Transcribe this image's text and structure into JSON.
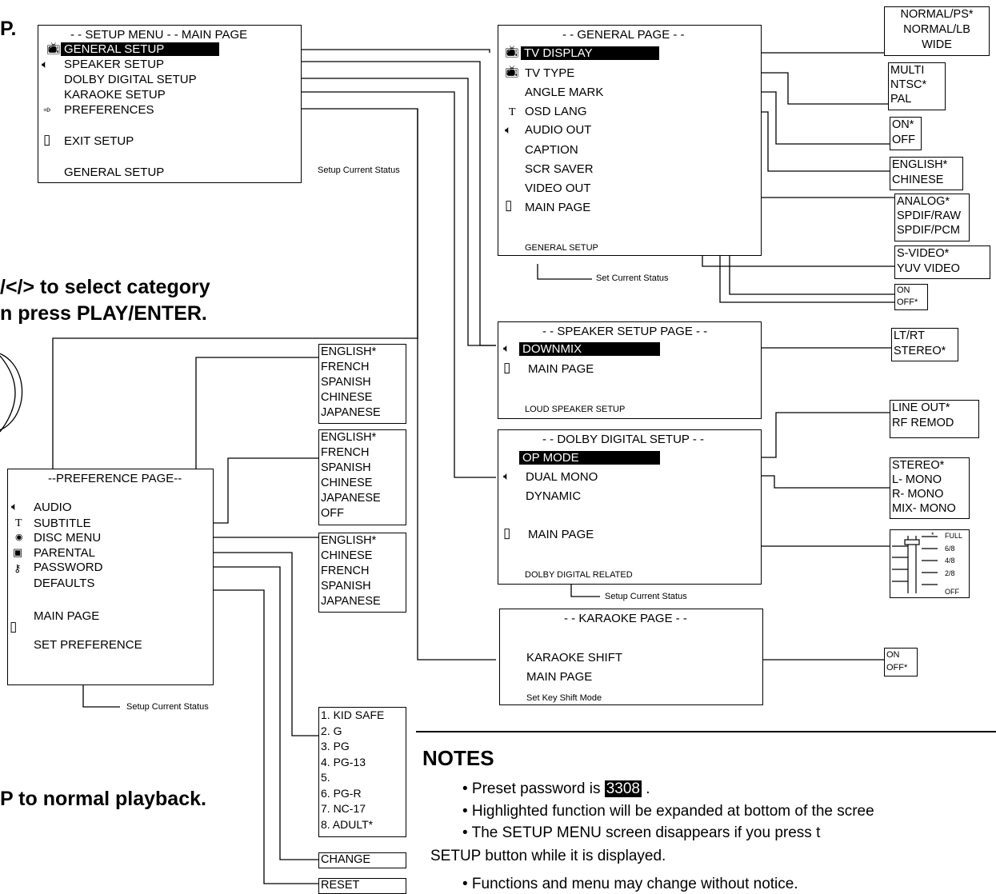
{
  "intro": {
    "step_suffix": "P.",
    "instruction_line1": "/</> to select category",
    "instruction_line2": "n press PLAY/ENTER.",
    "instruction_line3": "P to normal playback."
  },
  "setup_menu": {
    "header": "- - SETUP MENU - -  MAIN PAGE",
    "items": [
      "GENERAL SETUP",
      "SPEAKER SETUP",
      "DOLBY DIGITAL SETUP",
      "KARAOKE SETUP",
      "PREFERENCES"
    ],
    "exit": "EXIT SETUP",
    "status": "GENERAL SETUP",
    "status_caption": "Setup Current Status"
  },
  "general_page": {
    "header": "- - GENERAL PAGE - -",
    "items": [
      "TV DISPLAY",
      "TV TYPE",
      "ANGLE MARK",
      "OSD LANG",
      "AUDIO OUT",
      "CAPTION",
      "SCR SAVER",
      "VIDEO OUT"
    ],
    "main_page": "MAIN PAGE",
    "status": "GENERAL SETUP",
    "status_caption": "Set Current Status",
    "options": {
      "tv_display": [
        "NORMAL/PS*",
        "NORMAL/LB",
        "WIDE"
      ],
      "tv_type": [
        "MULTI",
        "NTSC*",
        "PAL"
      ],
      "angle_mark": [
        "ON*",
        "OFF"
      ],
      "osd_lang": [
        "ENGLISH*",
        "CHINESE"
      ],
      "audio_out": [
        "ANALOG*",
        "SPDIF/RAW",
        "SPDIF/PCM"
      ],
      "video_out": [
        "S-VIDEO*",
        "YUV VIDEO"
      ],
      "caption": [
        "ON",
        "OFF*"
      ]
    }
  },
  "speaker_page": {
    "header": "- - SPEAKER SETUP PAGE - -",
    "items": [
      "DOWNMIX"
    ],
    "main_page": "MAIN PAGE",
    "status": "LOUD SPEAKER SETUP",
    "options": {
      "downmix": [
        "LT/RT",
        "STEREO*"
      ]
    }
  },
  "dolby_page": {
    "header": "- - DOLBY DIGITAL SETUP - -",
    "items": [
      "OP MODE",
      "DUAL MONO",
      "DYNAMIC"
    ],
    "main_page": "MAIN PAGE",
    "status": "DOLBY DIGITAL RELATED",
    "status_caption": "Setup Current Status",
    "options": {
      "op_mode": [
        "LINE OUT*",
        "RF REMOD"
      ],
      "dual_mono": [
        "STEREO*",
        "L- MONO",
        "R- MONO",
        "MIX- MONO"
      ],
      "dynamic": [
        "FULL",
        "6/8",
        "4/8",
        "2/8",
        "OFF"
      ]
    }
  },
  "karaoke_page": {
    "header": "- - KARAOKE PAGE - -",
    "items": [
      "KARAOKE SHIFT"
    ],
    "main_page": "MAIN PAGE",
    "status": "Set Key Shift Mode",
    "options": {
      "karaoke_shift": [
        "ON",
        "OFF*"
      ]
    }
  },
  "preference_page": {
    "header": "--PREFERENCE PAGE--",
    "items": [
      "AUDIO",
      "SUBTITLE",
      "DISC MENU",
      "PARENTAL",
      "PASSWORD",
      "DEFAULTS"
    ],
    "main_page": "MAIN PAGE",
    "status": "SET PREFERENCE",
    "status_caption": "Setup Current Status",
    "options": {
      "audio": [
        "ENGLISH*",
        "FRENCH",
        "SPANISH",
        "CHINESE",
        "JAPANESE"
      ],
      "subtitle": [
        "ENGLISH*",
        "FRENCH",
        "SPANISH",
        "CHINESE",
        "JAPANESE",
        "OFF"
      ],
      "disc_menu": [
        "ENGLISH*",
        "CHINESE",
        "FRENCH",
        "SPANISH",
        "JAPANESE"
      ],
      "parental": [
        "1. KID SAFE",
        "2. G",
        "3. PG",
        "4. PG-13",
        "5.",
        "6. PG-R",
        "7. NC-17",
        "8. ADULT*"
      ],
      "password": [
        "CHANGE"
      ],
      "defaults": [
        "RESET"
      ]
    }
  },
  "notes": {
    "title": "NOTES",
    "items": [
      {
        "before": "• Preset password is ",
        "highlight": "3308",
        "after": " ."
      },
      {
        "text": "• Highlighted function will be expanded at bottom of the scree"
      },
      {
        "text": "•  The  SETUP  MENU  screen  disappears  if  you  press  t"
      },
      {
        "text": "SETUP button while it is displayed."
      },
      {
        "text": "• Functions and menu may change without notice."
      }
    ]
  }
}
